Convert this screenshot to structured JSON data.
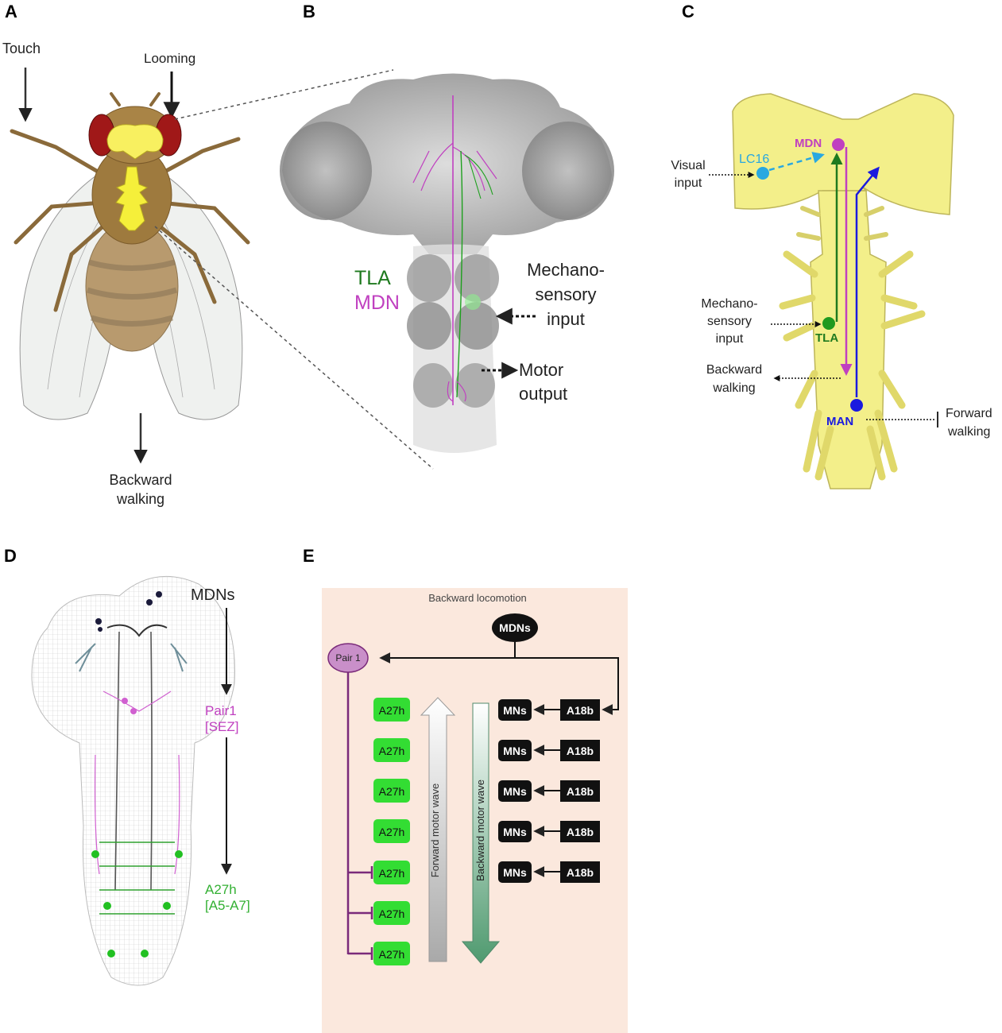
{
  "panels": {
    "a": {
      "label": "A",
      "touch": "Touch",
      "looming": "Looming",
      "backward_1": "Backward",
      "backward_2": "walking"
    },
    "b": {
      "label": "B",
      "tla": "TLA",
      "mdn": "MDN",
      "mech_1": "Mechano-",
      "mech_2": "sensory",
      "mech_3": "input",
      "motor_1": "Motor",
      "motor_2": "output"
    },
    "c": {
      "label": "C",
      "mdn": "MDN",
      "lc16": "LC16",
      "visual_1": "Visual",
      "visual_2": "input",
      "mech_1": "Mechano-",
      "mech_2": "sensory",
      "mech_3": "input",
      "tla": "TLA",
      "backward_1": "Backward",
      "backward_2": "walking",
      "man": "MAN",
      "forward_1": "Forward",
      "forward_2": "walking"
    },
    "d": {
      "label": "D",
      "mdns": "MDNs",
      "pair1_1": "Pair1",
      "pair1_2": "[SEZ]",
      "a27h_1": "A27h",
      "a27h_2": "[A5-A7]"
    },
    "e": {
      "label": "E",
      "title": "Backward locomotion",
      "mdns": "MDNs",
      "pair1": "Pair 1",
      "a27h": "A27h",
      "mns": "MNs",
      "a18b": "A18b",
      "forward_wave": "Forward motor wave",
      "backward_wave": "Backward motor wave"
    }
  },
  "colors": {
    "tla_green": "#1f7a1f",
    "mdn_magenta": "#c040c0",
    "man_blue": "#1a1adf",
    "lc16_cyan": "#29a8e0",
    "vnc_yellow": "#f3ef8a",
    "a27h_green": "#33dd33",
    "pair1_purple": "#c98fc9",
    "panel_e_bg": "#fbe8dd",
    "wire_purple": "#7a2a7a"
  }
}
